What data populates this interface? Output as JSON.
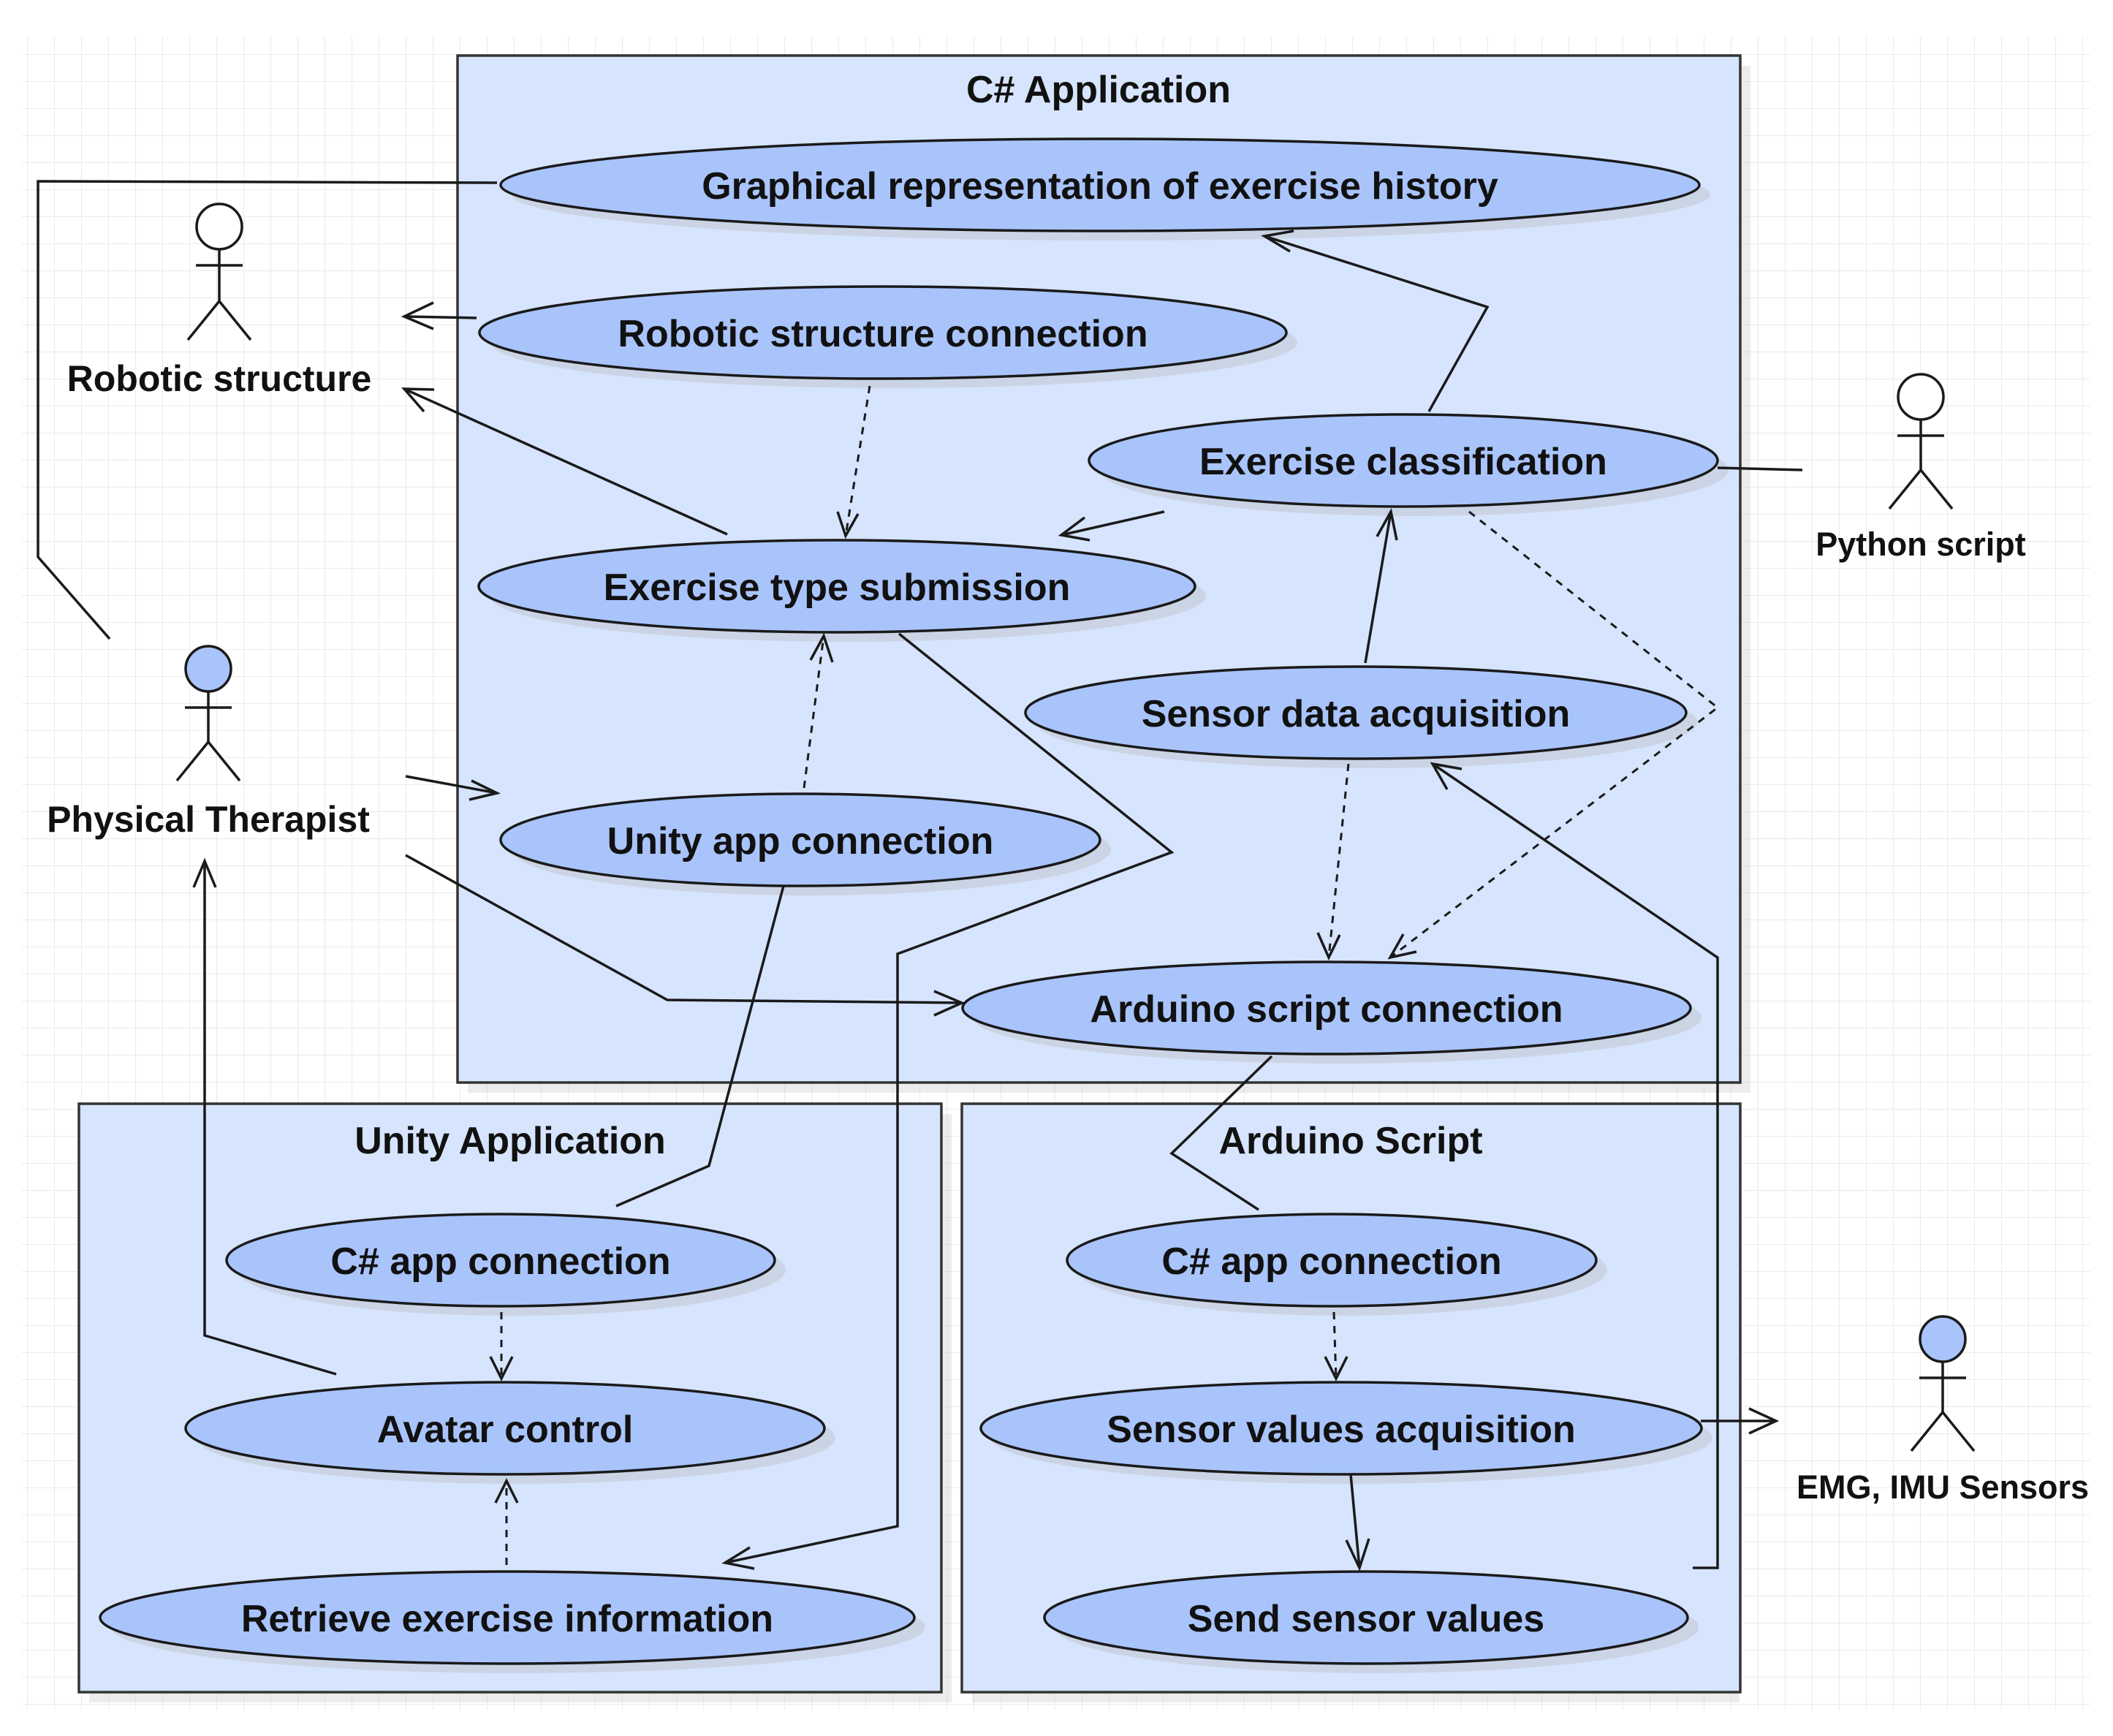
{
  "diagram": {
    "boundaries": {
      "csharp": "C# Application",
      "unity": "Unity Application",
      "arduino": "Arduino Script"
    },
    "use_cases": {
      "graphical_history": "Graphical representation of exercise history",
      "robotic_connection": "Robotic structure connection",
      "exercise_classification": "Exercise classification",
      "exercise_type_submission": "Exercise type submission",
      "sensor_data_acquisition": "Sensor data acquisition",
      "unity_app_connection": "Unity app connection",
      "arduino_script_connection": "Arduino script connection",
      "unity_csharp_app_connection": "C# app connection",
      "avatar_control": "Avatar control",
      "retrieve_exercise_information": "Retrieve exercise information",
      "arduino_csharp_app_connection": "C# app connection",
      "sensor_values_acquisition": "Sensor values acquisition",
      "send_sensor_values": "Send sensor values"
    },
    "actors": {
      "robotic_structure": {
        "label": "Robotic structure",
        "filled": false
      },
      "physical_therapist": {
        "label": "Physical Therapist",
        "filled": true
      },
      "python_script": {
        "label": "Python script",
        "filled": false
      },
      "emg_imu_sensors": {
        "label": "EMG, IMU Sensors",
        "filled": true
      }
    },
    "colors": {
      "boundary_fill": "#d6e4fd",
      "use_case_fill": "#a9c4fb",
      "filled_actor": "#a9c4fb",
      "line": "#1a1a1a"
    }
  }
}
